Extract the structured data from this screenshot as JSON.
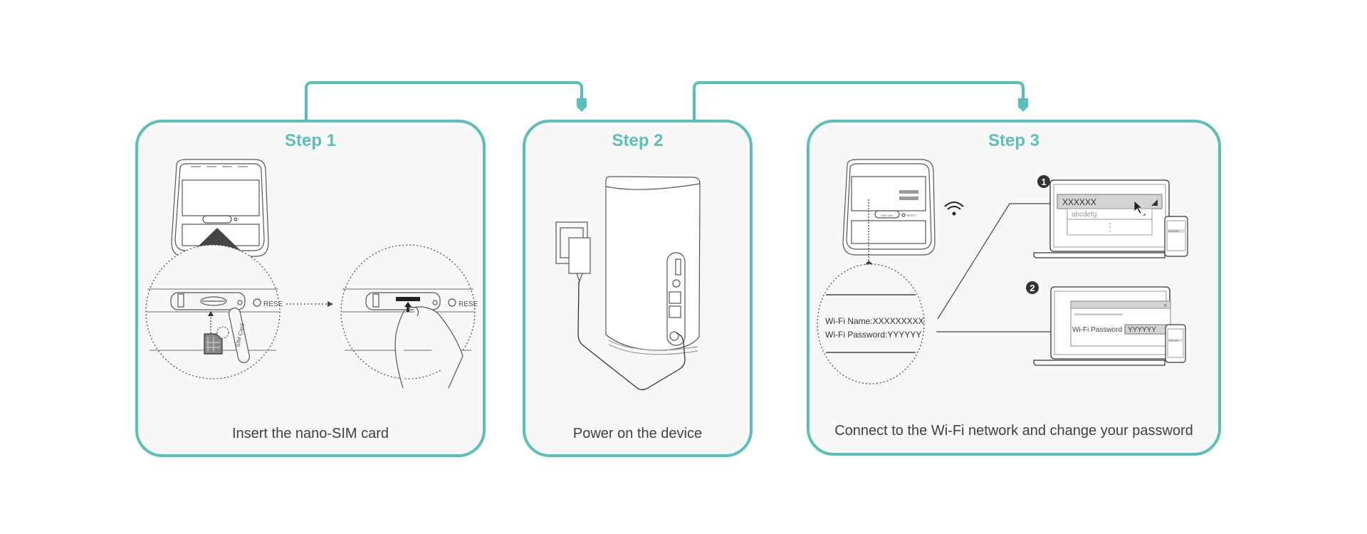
{
  "accent_color": "#5bbfb9",
  "steps": [
    {
      "title": "Step 1",
      "caption": "Insert the nano-SIM card",
      "labels": {
        "reset": "RESE",
        "sim_card": "SIM Card",
        "reset_small": "RESET"
      }
    },
    {
      "title": "Step 2",
      "caption": "Power on the device"
    },
    {
      "title": "Step 3",
      "caption": "Connect to the Wi-Fi network and change your password",
      "label_card": {
        "wifi_name": "Wi-Fi Name:XXXXXXXXX",
        "wifi_password": "Wi-Fi Password:YYYYYY"
      },
      "router_labels": {
        "sim_card": "SIM Card",
        "reset": "RESET"
      },
      "substep1": {
        "badge": "1",
        "networks": [
          "XXXXXX",
          "abcdefg"
        ],
        "phone_network": "XXXXXX"
      },
      "substep2": {
        "badge": "2",
        "close": "×",
        "password_label": "Wi-Fi Password :",
        "password_value": "YYYYYY",
        "phone_password": "YYYYYY"
      }
    }
  ]
}
